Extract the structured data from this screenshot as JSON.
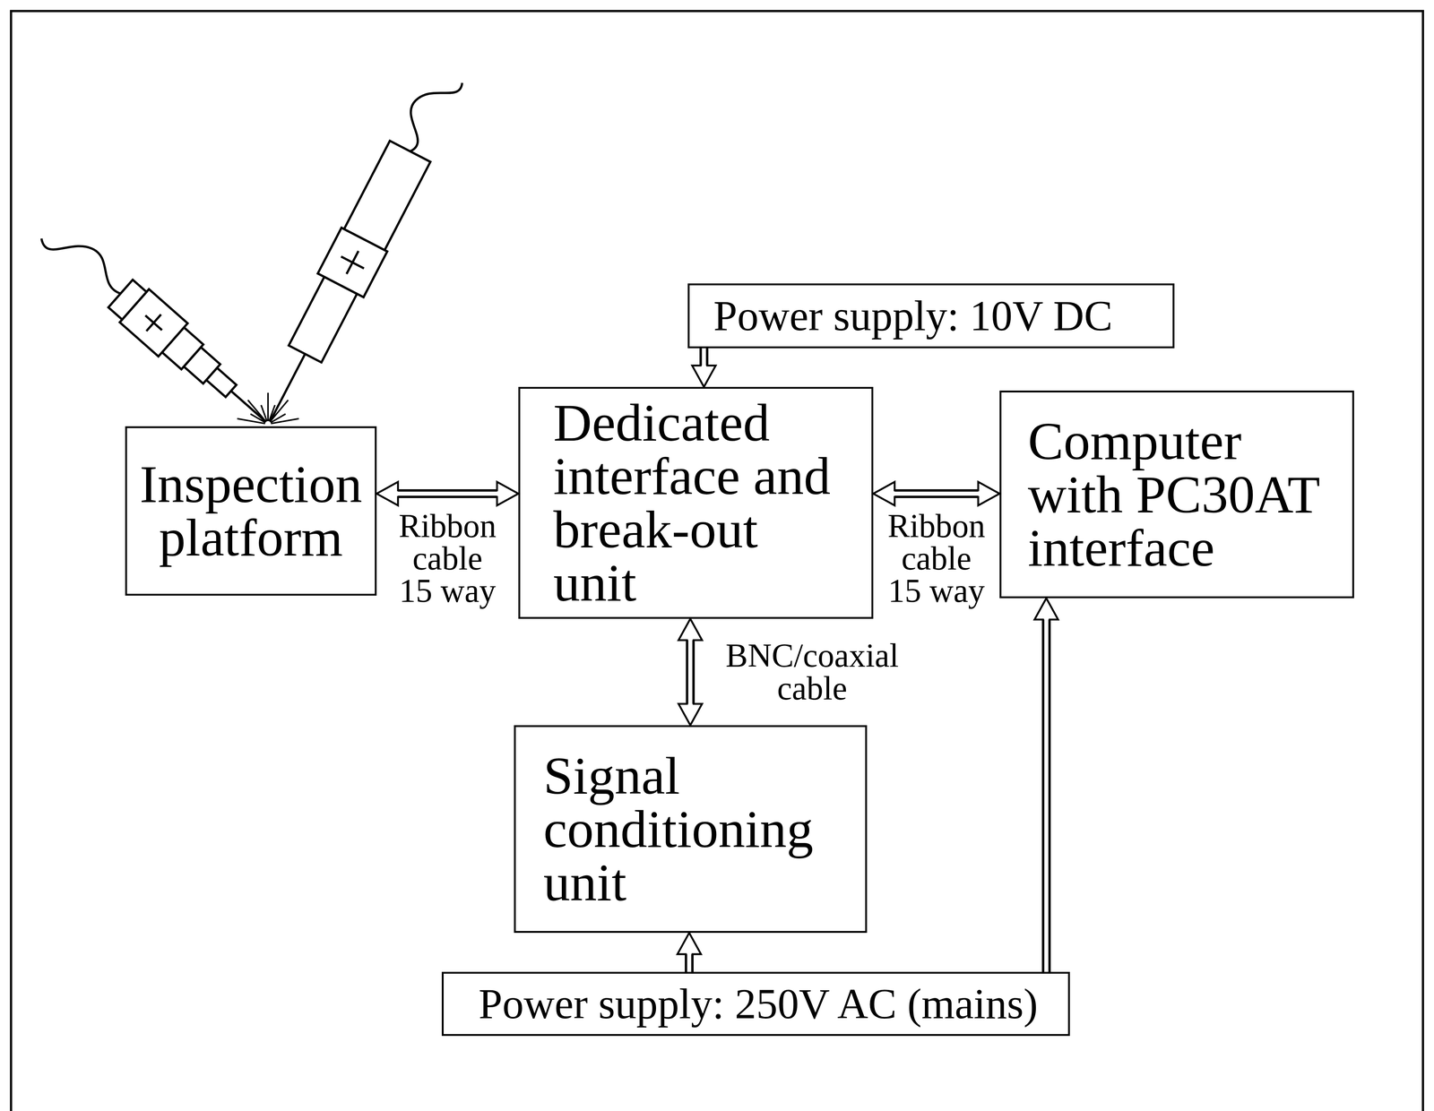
{
  "diagram": {
    "nodes": [
      {
        "text": [
          "Inspection platform"
        ]
      },
      {
        "text": [
          "Dedicated interface and break-out unit"
        ]
      },
      {
        "text": [
          "Computer with PC30AT interface"
        ]
      },
      {
        "text": [
          "Signal conditioning unit"
        ]
      },
      {
        "text": [
          "Power supply: 10V DC"
        ]
      },
      {
        "text": [
          "Power supply: 250V AC (mains)"
        ]
      }
    ],
    "edges": [
      {
        "from": 0,
        "to": 1,
        "label": "Ribbon cable 15 way",
        "arrow": "both"
      },
      {
        "from": 1,
        "to": 2,
        "label": "Ribbon cable 15 way",
        "arrow": "both"
      },
      {
        "from": 1,
        "to": 3,
        "label": "BNC/coaxial cable",
        "arrow": "both"
      },
      {
        "from": 4,
        "to": 1,
        "arrow": "to"
      },
      {
        "from": 5,
        "to": 3,
        "arrow": "to"
      },
      {
        "from": 5,
        "to": 2,
        "arrow": "to"
      }
    ]
  }
}
